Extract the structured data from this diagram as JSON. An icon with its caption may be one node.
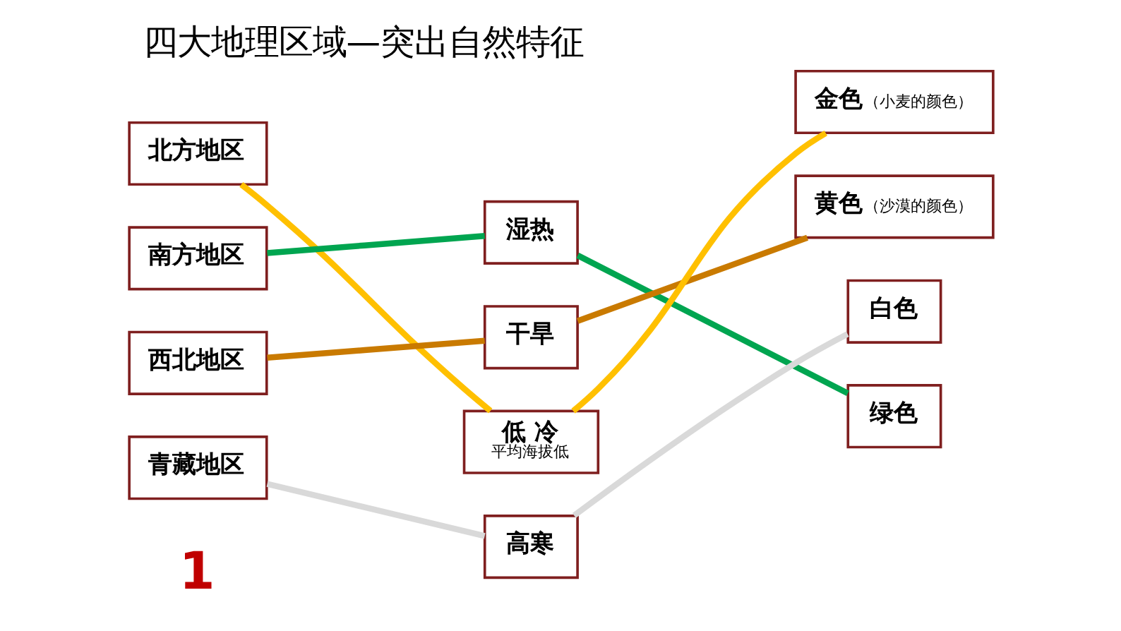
{
  "diagram": {
    "title": "四大地理区域—突出自然特征",
    "nodes": [
      {
        "text": [
          "北方地区"
        ]
      },
      {
        "text": [
          "南方地区"
        ]
      },
      {
        "text": [
          "西北地区"
        ]
      },
      {
        "text": [
          "青藏地区"
        ]
      },
      {
        "text": [
          "湿热"
        ]
      },
      {
        "text": [
          "干旱"
        ]
      },
      {
        "text": [
          "低 冷",
          "平均海拔低"
        ]
      },
      {
        "text": [
          "高寒"
        ]
      },
      {
        "text": [
          "金色",
          "（小麦的颜色）"
        ]
      },
      {
        "text": [
          "黄色",
          "（沙漠的颜色）"
        ]
      },
      {
        "text": [
          "白色"
        ]
      },
      {
        "text": [
          "绿色"
        ]
      }
    ],
    "edges": [
      {
        "from": 0,
        "to": 6,
        "arrow": "none",
        "color": "#ffc000"
      },
      {
        "from": 1,
        "to": 4,
        "arrow": "none",
        "color": "#00a550"
      },
      {
        "from": 2,
        "to": 5,
        "arrow": "none",
        "color": "#c97a00"
      },
      {
        "from": 3,
        "to": 7,
        "arrow": "none",
        "color": "#d9d9d9"
      },
      {
        "from": 4,
        "to": 11,
        "arrow": "none",
        "color": "#00a550"
      },
      {
        "from": 5,
        "to": 9,
        "arrow": "none",
        "color": "#c97a00"
      },
      {
        "from": 6,
        "to": 8,
        "arrow": "none",
        "color": "#ffc000"
      },
      {
        "from": 7,
        "to": 10,
        "arrow": "none",
        "color": "#d9d9d9"
      }
    ],
    "labels": [
      "1"
    ]
  }
}
